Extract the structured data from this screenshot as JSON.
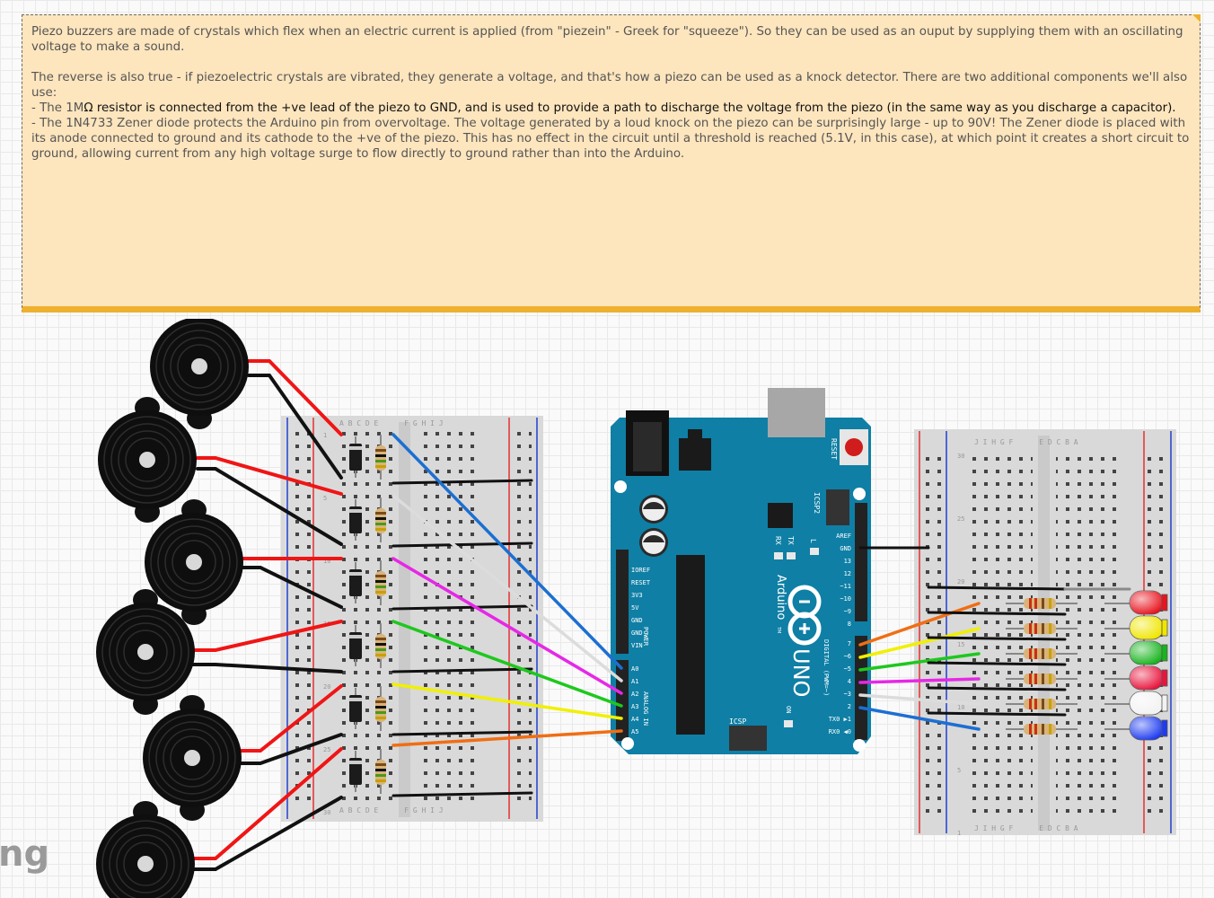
{
  "note": {
    "line1": "Piezo buzzers are made of crystals which flex when an electric current is applied (from \"piezein\" - Greek for \"squeeze\"). So they can be used as an ouput by supplying them with an oscillating voltage to make a sound.",
    "line2": "The reverse is also true - if piezoelectric crystals are vibrated, they generate a voltage, and that's how a piezo can be used as a knock detector. There are two additional components we'll also use:",
    "line3_a": "- The 1M",
    "line3_b": "Ω resistor is connected from the +ve lead of the piezo to GND, and is used to provide a path to discharge the voltage from the piezo (in the same way as you discharge a capacitor).",
    "line4": "- The 1N4733 Zener diode protects the Arduino pin from overvoltage. The voltage generated by a loud knock on the piezo can be surprisingly large - up to 90V! The Zener diode is placed with its anode connected to ground and its cathode to the +ve of the piezo. This has no effect in the circuit until a threshold is reached (5.1V, in this case), at which point it creates a short circuit to ground, allowing current from any high voltage surge to flow directly to ground rather than into the Arduino."
  },
  "logo_text": "ng",
  "breadboard_left": {
    "columns_top": "A B C D E      F G H I J",
    "columns_bottom": "A B C D E      F G H I J",
    "row_numbers": [
      "1",
      "5",
      "10",
      "15",
      "20",
      "25",
      "30"
    ]
  },
  "breadboard_right": {
    "columns_top": "J I H G F      E D C B A",
    "columns_bottom": "J I H G F      E D C B A",
    "row_numbers": [
      "30",
      "25",
      "20",
      "15",
      "10",
      "5",
      "1"
    ]
  },
  "arduino": {
    "reset_label": "RESET",
    "icsp2_label": "ICSP2",
    "tx_label": "TX",
    "rx_label": "RX",
    "l_label": "L",
    "brand": "Arduino",
    "tm": "TM",
    "model": "UNO",
    "on_label": "ON",
    "icsp_label": "ICSP",
    "digital_label": "DIGITAL (PWM=~)",
    "power_label": "POWER",
    "analog_label": "ANALOG IN",
    "power_pins": [
      "IOREF",
      "RESET",
      "3V3",
      "5V",
      "GND",
      "GND",
      "VIN"
    ],
    "analog_pins": [
      "A0",
      "A1",
      "A2",
      "A3",
      "A4",
      "A5"
    ],
    "digital_top": [
      "AREF",
      "GND",
      "13",
      "12",
      "~11",
      "~10",
      "~9",
      "8"
    ],
    "digital_bottom": [
      "7",
      "~6",
      "~5",
      "4",
      "~3",
      "2",
      "TX0 ▶1",
      "RX0 ◀0"
    ]
  },
  "colors": {
    "arduino_blue": "#0f7fa5",
    "note_bg": "#fde5bd",
    "note_border": "#eeb12f",
    "wire_red": "#f01515",
    "wire_black": "#111111",
    "wire_blue": "#1c6fd1",
    "wire_white": "#dcdcdc",
    "wire_magenta": "#e628e6",
    "wire_green": "#1ec81e",
    "wire_yellow": "#f0f000",
    "wire_orange": "#f06e14",
    "led_colors": [
      "#e8141e",
      "#f0e600",
      "#18b41e",
      "#e8143c",
      "#f2f2f2",
      "#1e3cf0"
    ]
  }
}
